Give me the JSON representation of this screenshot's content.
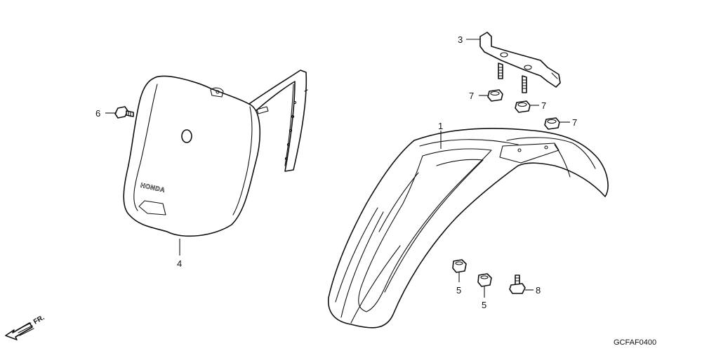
{
  "diagram": {
    "drawing_code": "GCFAF0400",
    "direction_label": "FR.",
    "brand_mark": "HONDA",
    "callouts": {
      "fender": "1",
      "bracket": "3",
      "number_plate": "4",
      "nut_left": "5",
      "nut_right": "5",
      "bolt_left": "6",
      "grommet_a": "7",
      "grommet_b": "7",
      "grommet_c": "7",
      "bolt_right": "8"
    }
  }
}
